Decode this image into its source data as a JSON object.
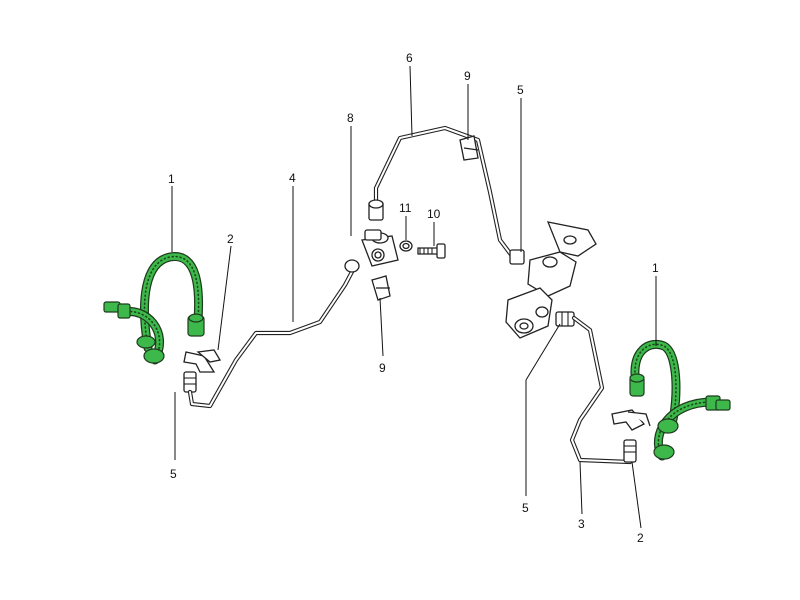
{
  "diagram": {
    "callouts": {
      "c1_left": "1",
      "c2_left": "2",
      "c4": "4",
      "c5_left": "5",
      "c8": "8",
      "c6": "6",
      "c9_top": "9",
      "c5_top": "5",
      "c11": "11",
      "c10": "10",
      "c9_bottom": "9",
      "c1_right": "1",
      "c5_bottom": "5",
      "c3": "3",
      "c2_right": "2"
    },
    "colors": {
      "hose": "#3db84a",
      "line": "#222222",
      "background": "#ffffff"
    }
  }
}
